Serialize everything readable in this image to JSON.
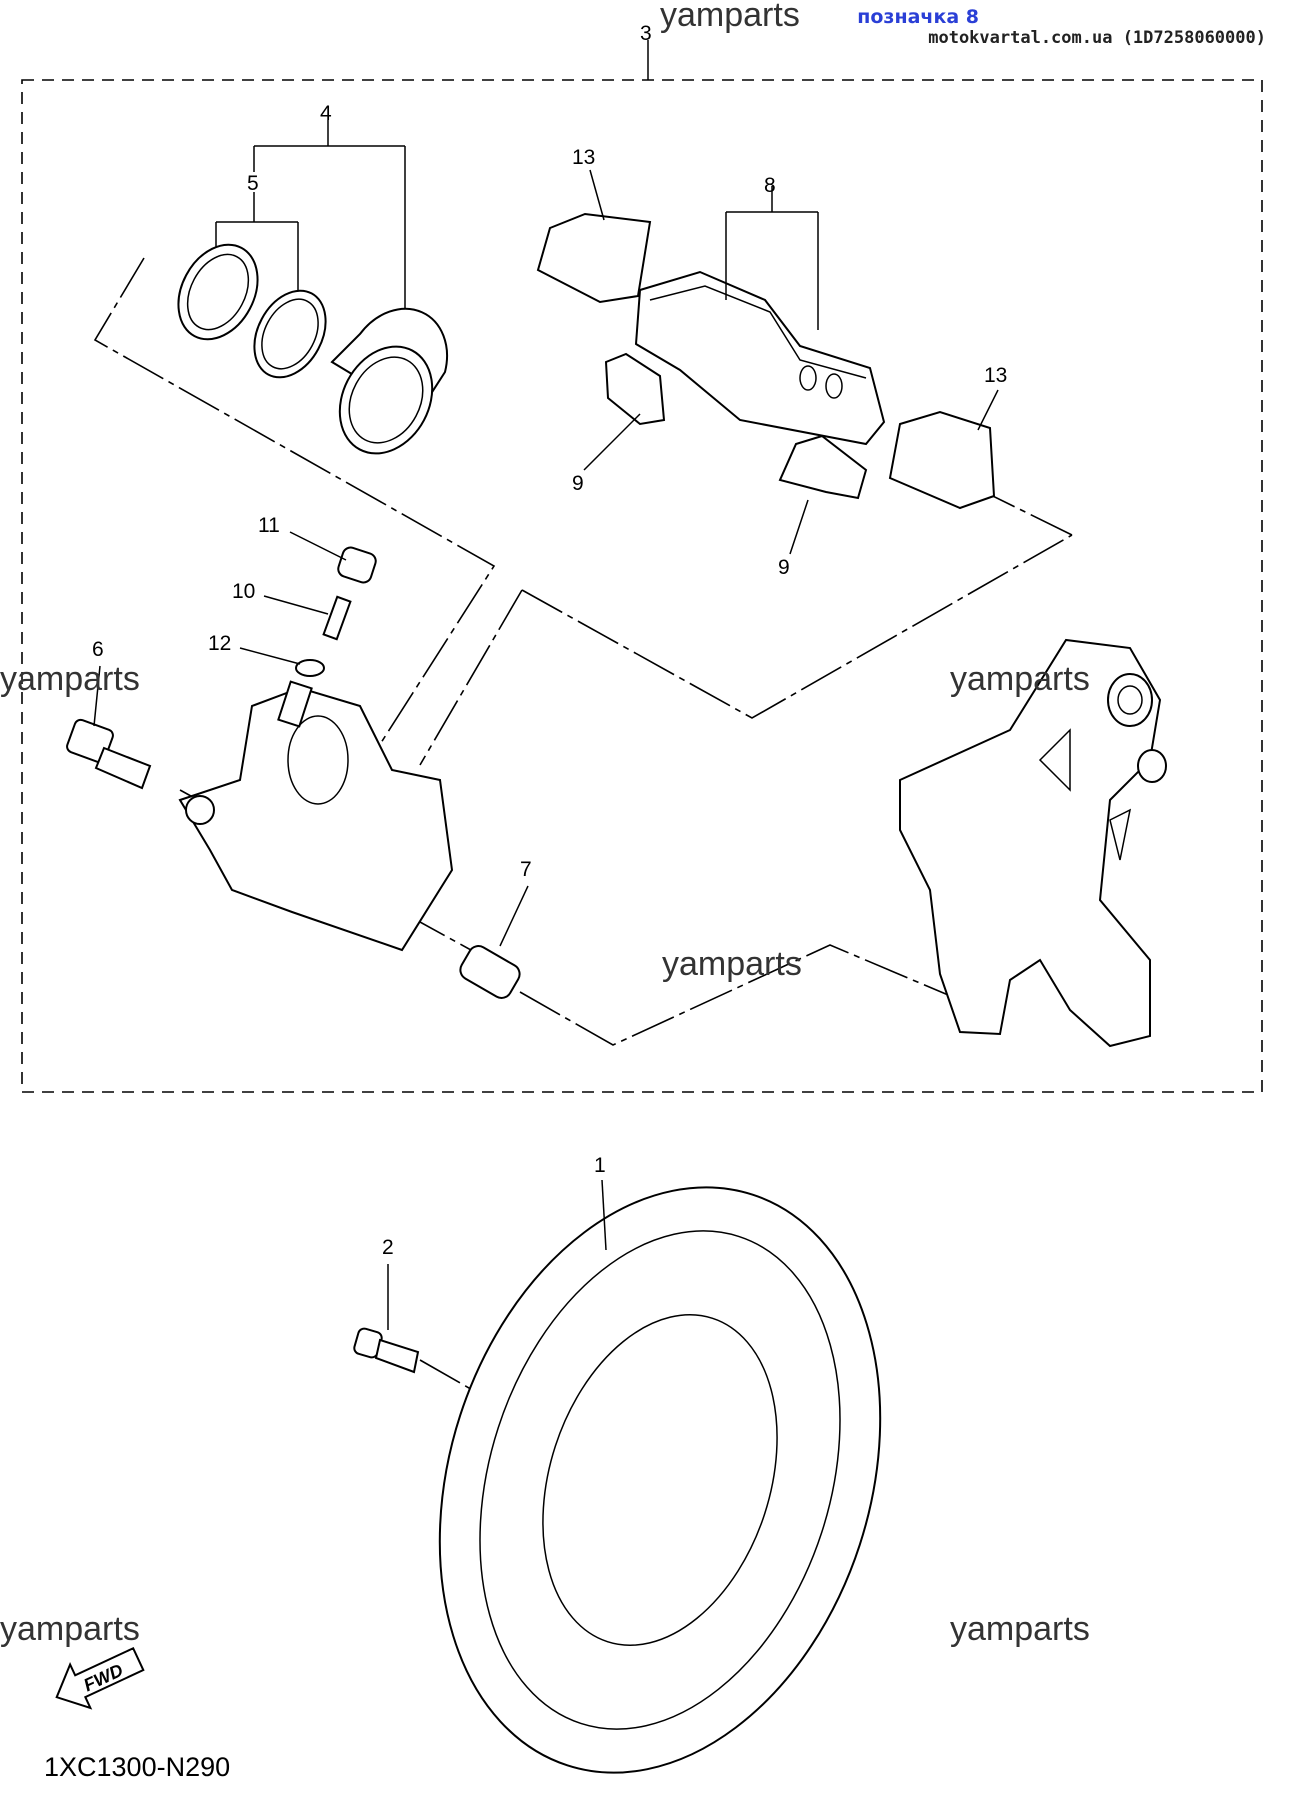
{
  "header": {
    "label": "позначка 8",
    "site": "motokvartal.com.ua (1D7258060000)"
  },
  "watermark": "yamparts",
  "diagram_code": "1XC1300-N290",
  "fwd_label": "FWD",
  "parts": [
    "1",
    "2",
    "3",
    "4",
    "5",
    "6",
    "7",
    "8",
    "9",
    "9",
    "10",
    "11",
    "12",
    "13",
    "13"
  ]
}
